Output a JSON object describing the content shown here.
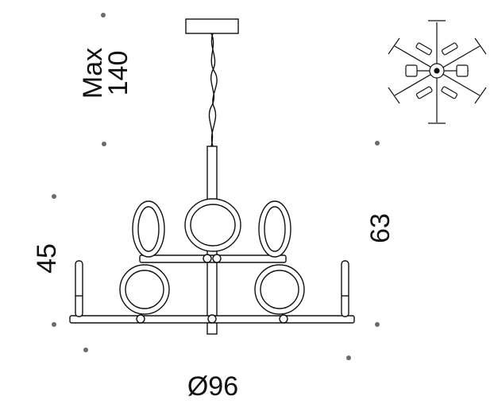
{
  "dimensions": {
    "height_label_line1": "Max",
    "height_label_line2": "140",
    "body_height": "63",
    "lower_height": "45",
    "diameter": "Ø96"
  },
  "colors": {
    "ink": "#111111",
    "dot": "#6b6b6b",
    "background": "#ffffff"
  }
}
